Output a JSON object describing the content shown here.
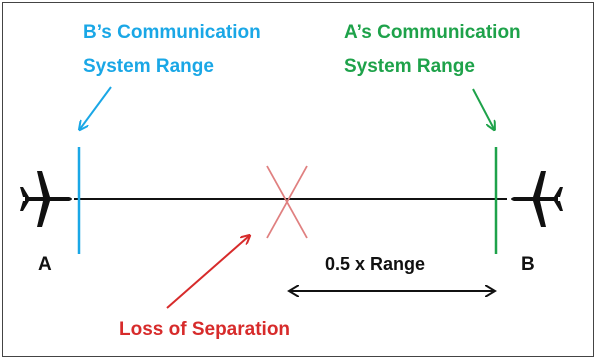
{
  "diagram": {
    "b_range_label": [
      "B’s Communication",
      "System Range"
    ],
    "a_range_label": [
      "A’s Communication",
      "System Range"
    ],
    "aircraft_a_label": "A",
    "aircraft_b_label": "B",
    "half_range_label": "0.5 x  Range",
    "loss_label": "Loss of Separation",
    "icons": {
      "aircraft_a": "airplane-icon",
      "aircraft_b": "airplane-icon",
      "loss_marker": "x-mark-icon"
    },
    "colors": {
      "b_range": "#1aa7e6",
      "a_range": "#1ea24a",
      "loss": "#d72b2b",
      "line": "#111111",
      "aircraft": "#111111",
      "x_mark": "#e08080"
    }
  }
}
